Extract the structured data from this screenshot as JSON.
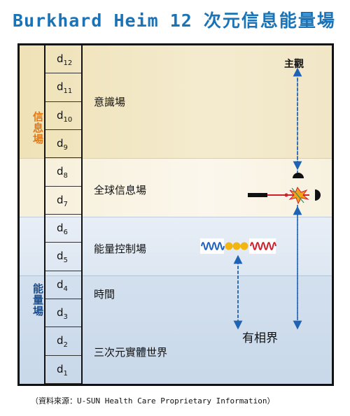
{
  "title": {
    "latin": "Burkhard Heim 12",
    "cjk": "次元信息能量場"
  },
  "left_labels": {
    "info_field": "信息場",
    "energy_field": "能量場"
  },
  "dimensions": [
    {
      "base": "d",
      "sub": "12"
    },
    {
      "base": "d",
      "sub": "11"
    },
    {
      "base": "d",
      "sub": "10"
    },
    {
      "base": "d",
      "sub": "9"
    },
    {
      "base": "d",
      "sub": "8"
    },
    {
      "base": "d",
      "sub": "7"
    },
    {
      "base": "d",
      "sub": "6"
    },
    {
      "base": "d",
      "sub": "5"
    },
    {
      "base": "d",
      "sub": "4"
    },
    {
      "base": "d",
      "sub": "3"
    },
    {
      "base": "d",
      "sub": "2"
    },
    {
      "base": "d",
      "sub": "1"
    }
  ],
  "fields": {
    "consciousness": "意識場",
    "global_info": "全球信息場",
    "energy_control": "能量控制場",
    "time": "時間",
    "three_dim": "三次元實體世界"
  },
  "annotations": {
    "observer": "主觀",
    "relative": "有相界"
  },
  "source": "（資料來源：U-SUN Health Care Proprietary Information）",
  "colors": {
    "title": "#1a73b6",
    "info_label": "#e07b1c",
    "energy_label": "#1b4d8c",
    "arrow": "#1f63b5",
    "wave_blue": "#1f5fc4",
    "wave_red": "#d0202c",
    "beads": "#f2b511"
  }
}
